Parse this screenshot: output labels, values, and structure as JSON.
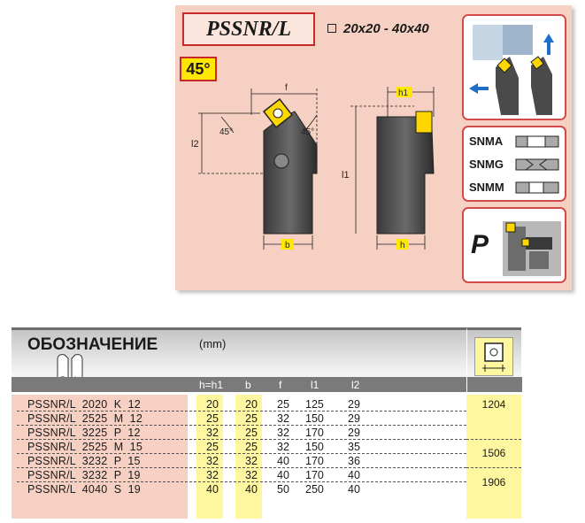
{
  "title": "PSSNR/L",
  "size_range": "20x20 - 40x40",
  "angle": "45°",
  "dims": {
    "f": "f",
    "h1": "h1",
    "l1": "l1",
    "l2": "l2",
    "b": "b",
    "h": "h",
    "ang1": "45°",
    "ang2": "45°"
  },
  "inserts": [
    "SNMA",
    "SNMG",
    "SNMM"
  ],
  "iso_group": "P",
  "table": {
    "designation": "ОБОЗНАЧЕНИЕ",
    "unit": "(mm)",
    "hand_r": "R",
    "hand_l": "L",
    "columns": [
      "h=h1",
      "b",
      "f",
      "l1",
      "l2"
    ],
    "rows": [
      {
        "name": "PSSNR/L  2020  K  12",
        "h": "20",
        "b": "20",
        "f": "25",
        "l1": "125",
        "l2": "29"
      },
      {
        "name": "PSSNR/L  2525  M  12",
        "h": "25",
        "b": "25",
        "f": "32",
        "l1": "150",
        "l2": "29"
      },
      {
        "name": "PSSNR/L  3225  P  12",
        "h": "32",
        "b": "25",
        "f": "32",
        "l1": "170",
        "l2": "29"
      },
      {
        "name": "PSSNR/L  2525  M  15",
        "h": "25",
        "b": "25",
        "f": "32",
        "l1": "150",
        "l2": "35"
      },
      {
        "name": "PSSNR/L  3232  P  15",
        "h": "32",
        "b": "32",
        "f": "40",
        "l1": "170",
        "l2": "36"
      },
      {
        "name": "PSSNR/L  3232  P  19",
        "h": "32",
        "b": "32",
        "f": "40",
        "l1": "170",
        "l2": "40"
      },
      {
        "name": "PSSNR/L  4040  S  19",
        "h": "40",
        "b": "40",
        "f": "50",
        "l1": "250",
        "l2": "40"
      }
    ],
    "insert_codes": [
      "1204",
      "1506",
      "1906"
    ]
  },
  "colors": {
    "panel": "#f6d0c2",
    "accent_red": "#c82a2a",
    "yellow": "#ffe800",
    "cell_yellow": "#fff6a0"
  }
}
